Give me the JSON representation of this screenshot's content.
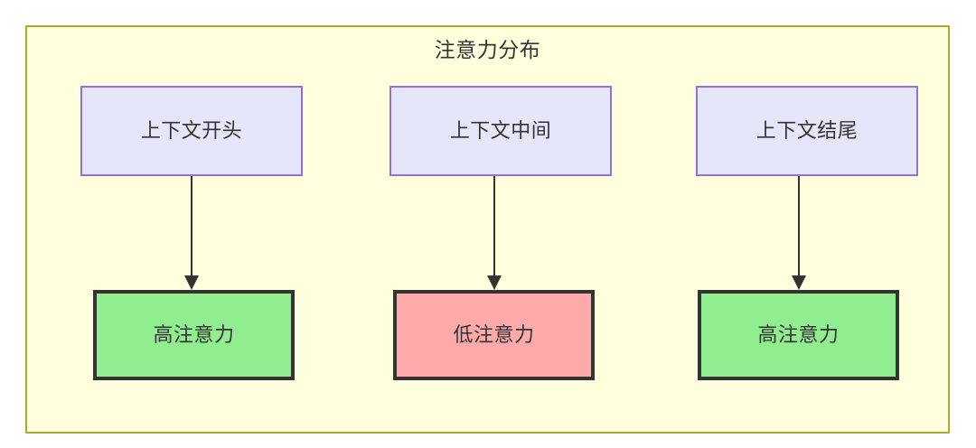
{
  "diagram": {
    "title": "注意力分布",
    "type": "flowchart",
    "direction": "top-to-bottom",
    "container": {
      "label": "注意力分布",
      "fill_color": "#ffffde",
      "border_color": "#aaaa33"
    },
    "palette": {
      "context_fill": "#e6e6fa",
      "context_border": "#9370db",
      "high_attention_fill": "#90ee90",
      "low_attention_fill": "#ffaaaa",
      "attention_border": "#333333",
      "edge_color": "#333333",
      "text_color": "#333333"
    },
    "columns": [
      {
        "id": "start",
        "context": {
          "label": "上下文开头"
        },
        "attention": {
          "label": "高注意力",
          "level": "high"
        }
      },
      {
        "id": "middle",
        "context": {
          "label": "上下文中间"
        },
        "attention": {
          "label": "低注意力",
          "level": "low"
        }
      },
      {
        "id": "end",
        "context": {
          "label": "上下文结尾"
        },
        "attention": {
          "label": "高注意力",
          "level": "high"
        }
      }
    ],
    "edges": [
      {
        "from": "上下文开头",
        "to": "高注意力",
        "style": "arrow"
      },
      {
        "from": "上下文中间",
        "to": "低注意力",
        "style": "arrow"
      },
      {
        "from": "上下文结尾",
        "to": "高注意力",
        "style": "arrow"
      }
    ]
  }
}
